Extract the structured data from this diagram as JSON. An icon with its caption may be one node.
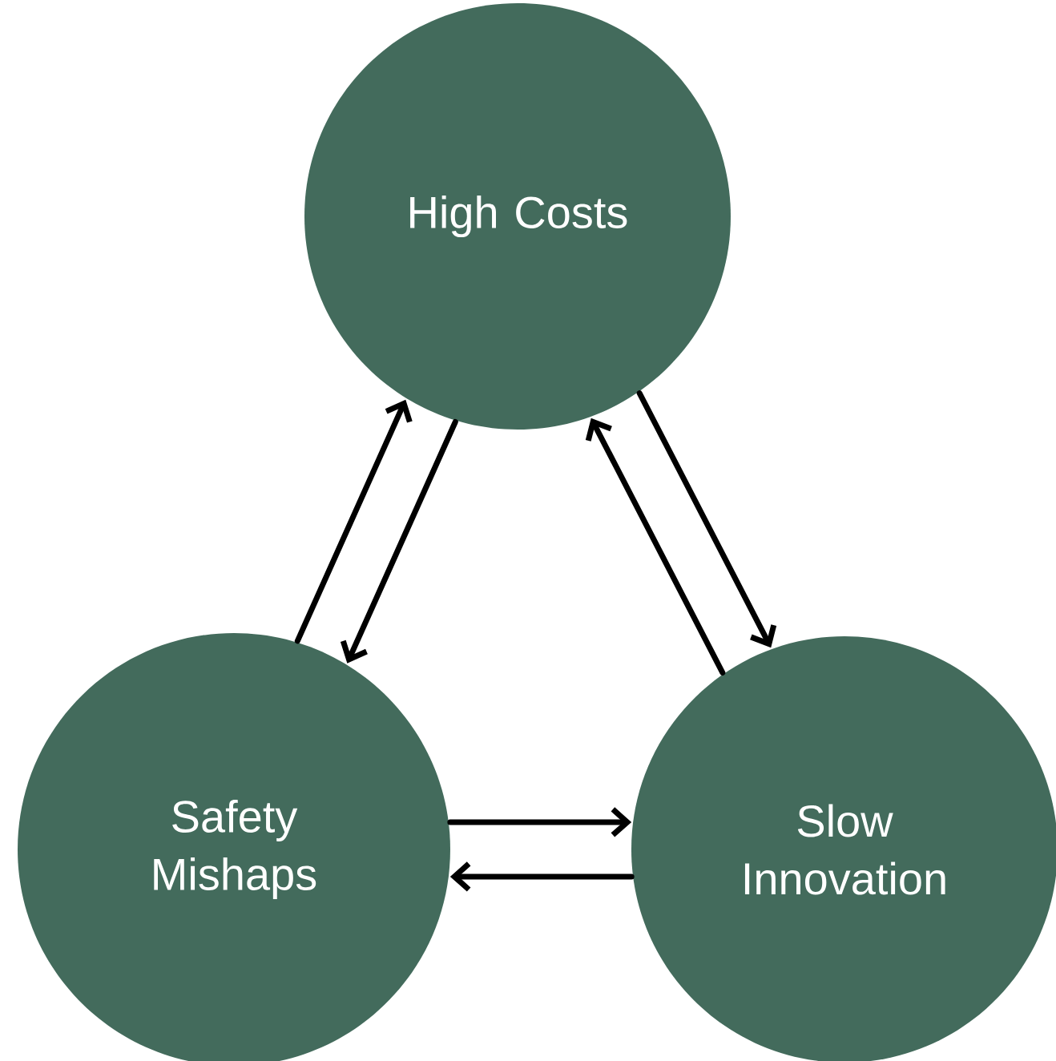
{
  "diagram": {
    "nodes": [
      {
        "text": [
          "High Costs"
        ]
      },
      {
        "text": [
          "Safety Mishaps"
        ]
      },
      {
        "text": [
          "Slow Innovation"
        ]
      }
    ],
    "edges": [
      {
        "from": 1,
        "to": 0,
        "arrow": "to"
      },
      {
        "from": 0,
        "to": 1,
        "arrow": "to"
      },
      {
        "from": 2,
        "to": 0,
        "arrow": "to"
      },
      {
        "from": 0,
        "to": 2,
        "arrow": "to"
      },
      {
        "from": 1,
        "to": 2,
        "arrow": "to"
      },
      {
        "from": 2,
        "to": 1,
        "arrow": "to"
      }
    ]
  }
}
